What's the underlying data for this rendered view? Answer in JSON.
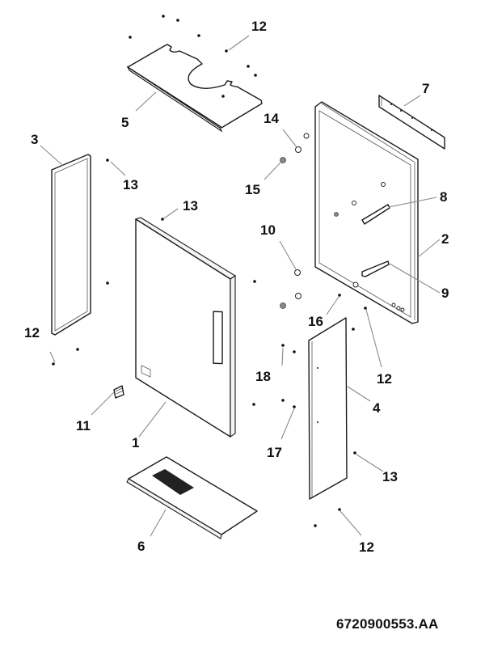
{
  "diagram": {
    "type": "exploded-parts-view",
    "document_number": "6720900553.AA",
    "parts": [
      {
        "id": "1",
        "label": "1",
        "description": "front door panel with handle recess"
      },
      {
        "id": "2",
        "label": "2",
        "description": "rear frame"
      },
      {
        "id": "3",
        "label": "3",
        "description": "left side frame"
      },
      {
        "id": "4",
        "label": "4",
        "description": "right side panel"
      },
      {
        "id": "5",
        "label": "5",
        "description": "top cover plate with cutout"
      },
      {
        "id": "6",
        "label": "6",
        "description": "bottom plate with vent grille"
      },
      {
        "id": "7",
        "label": "7",
        "description": "mounting rail"
      },
      {
        "id": "8",
        "label": "8",
        "description": "upper bracket"
      },
      {
        "id": "9",
        "label": "9",
        "description": "lower bracket"
      },
      {
        "id": "10",
        "label": "10",
        "description": "washer"
      },
      {
        "id": "11",
        "label": "11",
        "description": "vent clip"
      },
      {
        "id": "12",
        "label": "12",
        "description": "screw"
      },
      {
        "id": "13",
        "label": "13",
        "description": "screw"
      },
      {
        "id": "14",
        "label": "14",
        "description": "washer"
      },
      {
        "id": "15",
        "label": "15",
        "description": "nut"
      },
      {
        "id": "16",
        "label": "16",
        "description": "fastener"
      },
      {
        "id": "17",
        "label": "17",
        "description": "screw"
      },
      {
        "id": "18",
        "label": "18",
        "description": "screw"
      }
    ],
    "callouts": {
      "c1": "1",
      "c2": "2",
      "c3": "3",
      "c4": "4",
      "c5": "5",
      "c6": "6",
      "c7": "7",
      "c8": "8",
      "c9": "9",
      "c10": "10",
      "c11": "11",
      "c12a": "12",
      "c12b": "12",
      "c12c": "12",
      "c12d": "12",
      "c13a": "13",
      "c13b": "13",
      "c13c": "13",
      "c14": "14",
      "c15": "15",
      "c16": "16",
      "c17": "17",
      "c18": "18"
    }
  }
}
